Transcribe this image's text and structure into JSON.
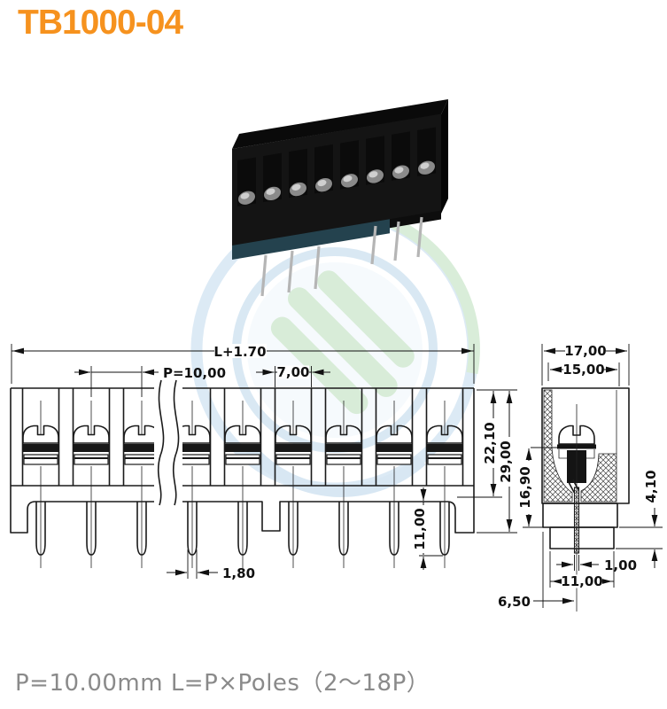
{
  "title": "TB1000-04",
  "note": "P=10.00mm  L=P×Poles（2～18P）",
  "colors": {
    "accent_orange": "#f6921e",
    "drawing_line": "#1a1a1a",
    "note_gray": "#8a8a8a",
    "watermark_blue": "#cfe2f1",
    "watermark_green": "#cfe8cf"
  },
  "product_photo": {
    "description": "black barrier terminal block, 8 poles, solder pins",
    "poles_visible": 8
  },
  "front_view": {
    "cells_visible": 9,
    "dims": {
      "overall_length": "L+1.70",
      "pitch": "P=10,00",
      "opening_width": "7,00",
      "body_height": "22,10",
      "total_height": "29,00",
      "pin_length": "11,00",
      "pin_width": "1,80"
    }
  },
  "side_view": {
    "dims": {
      "outer_width": "17,00",
      "inner_width": "15,00",
      "mid_height": "16,90",
      "step_height": "4,10",
      "pin_thickness": "1,00",
      "base_width": "11,00",
      "pin_offset": "6,50"
    }
  }
}
